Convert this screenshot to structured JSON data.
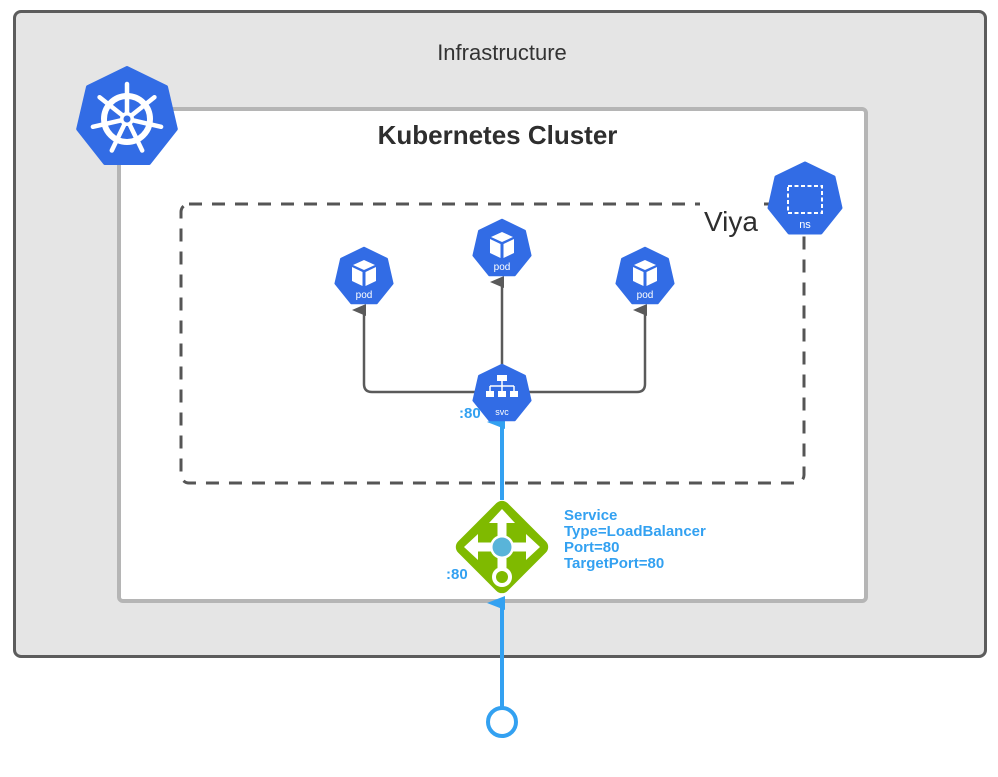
{
  "infrastructure": {
    "title": "Infrastructure"
  },
  "cluster": {
    "title": "Kubernetes Cluster"
  },
  "namespace": {
    "label": "Viya",
    "icon_label": "ns"
  },
  "pods": [
    {
      "label": "pod"
    },
    {
      "label": "pod"
    },
    {
      "label": "pod"
    }
  ],
  "service": {
    "icon_label": "svc",
    "port_label": ":80"
  },
  "load_balancer": {
    "port_label": ":80",
    "info": [
      "Service",
      "Type=LoadBalancer",
      "Port=80",
      "TargetPort=80"
    ]
  },
  "colors": {
    "k8s_blue": "#326ce5",
    "traffic_blue": "#33a1f1",
    "lb_green": "#7fba00",
    "connector_gray": "#5a5a5a"
  }
}
